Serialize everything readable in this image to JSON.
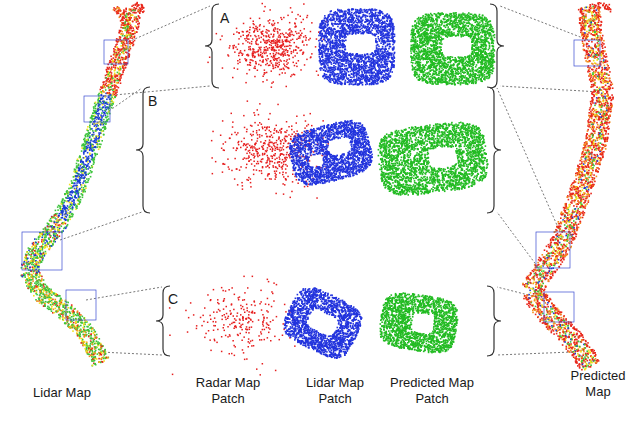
{
  "diagram": {
    "labels": [
      "A",
      "B",
      "C",
      "Lidar Map",
      "Radar Map Patch",
      "Lidar Map Patch",
      "Predicted Map Patch",
      "Predicted Map"
    ]
  }
}
